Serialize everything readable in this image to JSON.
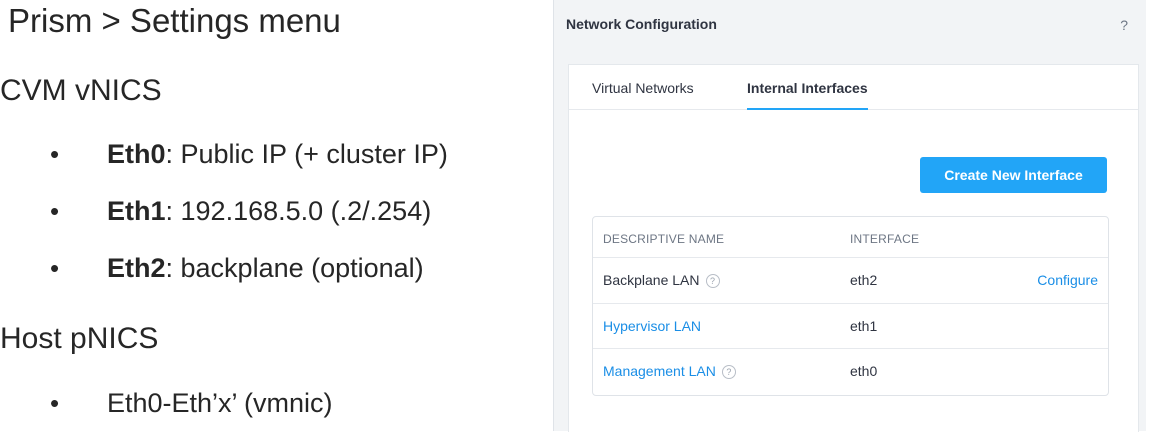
{
  "slide": {
    "title": "Prism > Settings menu",
    "cvm": {
      "heading": "CVM vNICS",
      "items": [
        {
          "bold": "Eth0",
          "rest": ": Public IP (+ cluster IP)"
        },
        {
          "bold": "Eth1",
          "rest": ": 192.168.5.0 (.2/.254)"
        },
        {
          "bold": "Eth2",
          "rest": ": backplane (optional)"
        }
      ]
    },
    "host": {
      "heading": "Host pNICS",
      "items": [
        {
          "text": "Eth0-Eth’x’ (vmnic)"
        }
      ]
    },
    "bullet_char": "•"
  },
  "panel": {
    "title": "Network Configuration",
    "help_icon": "question-mark-icon",
    "help_glyph": "?",
    "tabs": [
      {
        "label": "Virtual Networks",
        "active": false
      },
      {
        "label": "Internal Interfaces",
        "active": true
      }
    ],
    "create_button": "Create New Interface",
    "table": {
      "columns": [
        "DESCRIPTIVE NAME",
        "INTERFACE"
      ],
      "rows": [
        {
          "name": "Backplane LAN",
          "interface": "eth2",
          "has_help": true,
          "is_link": false,
          "action": "Configure"
        },
        {
          "name": "Hypervisor LAN",
          "interface": "eth1",
          "has_help": false,
          "is_link": true,
          "action": ""
        },
        {
          "name": "Management LAN",
          "interface": "eth0",
          "has_help": true,
          "is_link": true,
          "action": ""
        }
      ],
      "help_glyph": "?"
    }
  },
  "colors": {
    "accent": "#22a5f7",
    "link": "#1a8ee6",
    "text": "#2f3441",
    "panel_bg": "#f2f4f6"
  }
}
